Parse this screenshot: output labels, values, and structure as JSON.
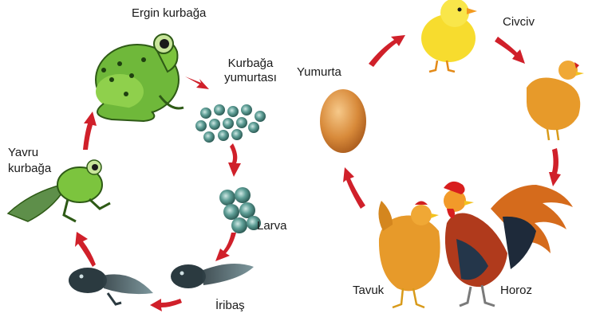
{
  "frog_cycle": {
    "stages": {
      "adult_frog": "Ergin kurbağa",
      "frog_eggs_line1": "Kurbağa",
      "frog_eggs_line2": "yumurtası",
      "larva": "Larva",
      "tadpole": "İribaş",
      "young_frog_line1": "Yavru",
      "young_frog_line2": "kurbağa"
    }
  },
  "chicken_cycle": {
    "stages": {
      "egg": "Yumurta",
      "chick": "Civciv",
      "hen": "Tavuk",
      "rooster": "Horoz"
    }
  },
  "colors": {
    "arrow": "#d0202a",
    "frog_green": "#6fb83a",
    "egg_brown": "#c9772b",
    "chick_yellow": "#f7dc2e",
    "hen_orange": "#e79a2a"
  }
}
